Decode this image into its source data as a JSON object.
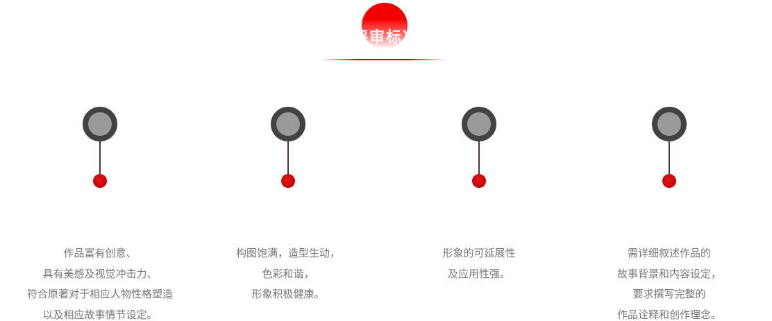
{
  "header": {
    "title": "评审标准",
    "accent_color": "#e60000"
  },
  "criteria": [
    {
      "lines": [
        "作品富有创意、",
        "具有美感及视觉冲击力、",
        "符合原著对于相应人物性格塑造",
        "以及相应故事情节设定。"
      ]
    },
    {
      "lines": [
        "构图饱满，造型生动，",
        "色彩和谐，",
        "形象积极健康。"
      ]
    },
    {
      "lines": [
        "形象的可延展性",
        "及应用性强。"
      ]
    },
    {
      "lines": [
        "需详细叙述作品的",
        "故事背景和内容设定，",
        "要求撰写完整的",
        "作品诠释和创作理念。"
      ]
    }
  ]
}
